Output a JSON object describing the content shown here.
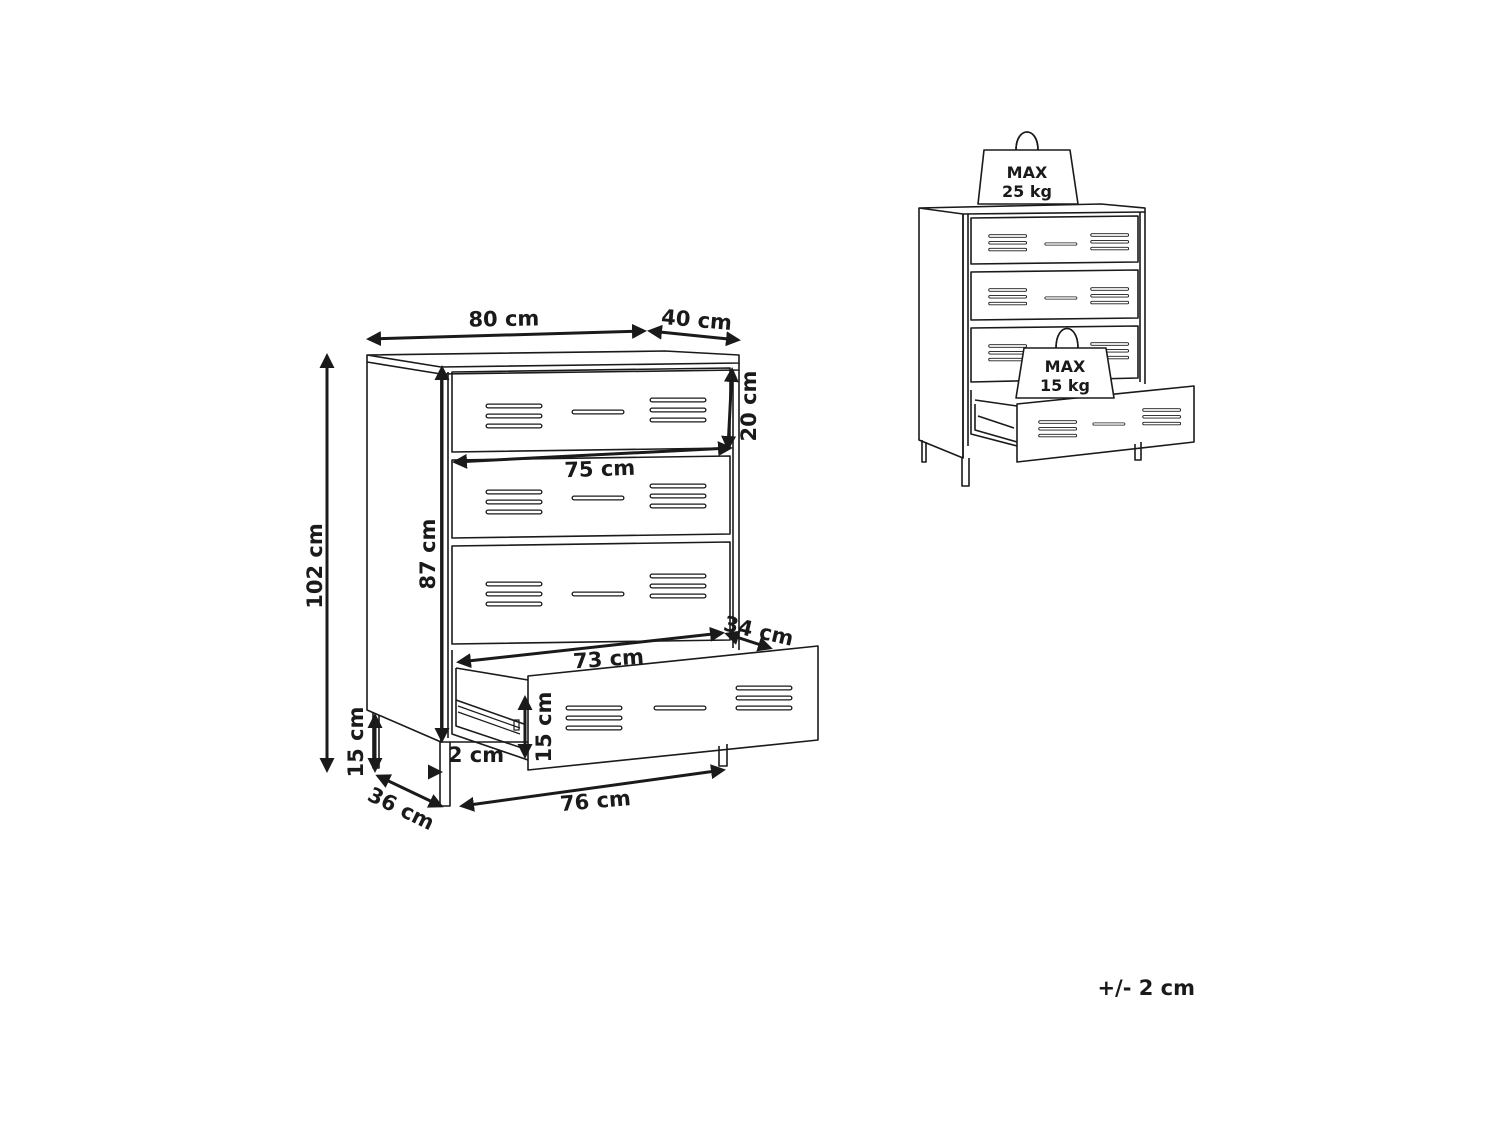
{
  "dimensions": {
    "width": "80 cm",
    "depth": "40 cm",
    "total_height": "102 cm",
    "body_height": "87 cm",
    "drawer_height": "20 cm",
    "drawer_inner_width": "75 cm",
    "drawer_box_width": "73 cm",
    "drawer_depth": "34 cm",
    "drawer_front_height": "15 cm",
    "leg_height": "15 cm",
    "leg_offset": "2 cm",
    "leg_span": "76 cm",
    "leg_depth": "36 cm"
  },
  "weights": {
    "top": {
      "line1": "MAX",
      "line2": "25 kg"
    },
    "drawer": {
      "line1": "MAX",
      "line2": "15 kg"
    }
  },
  "tolerance": "+/- 2 cm"
}
